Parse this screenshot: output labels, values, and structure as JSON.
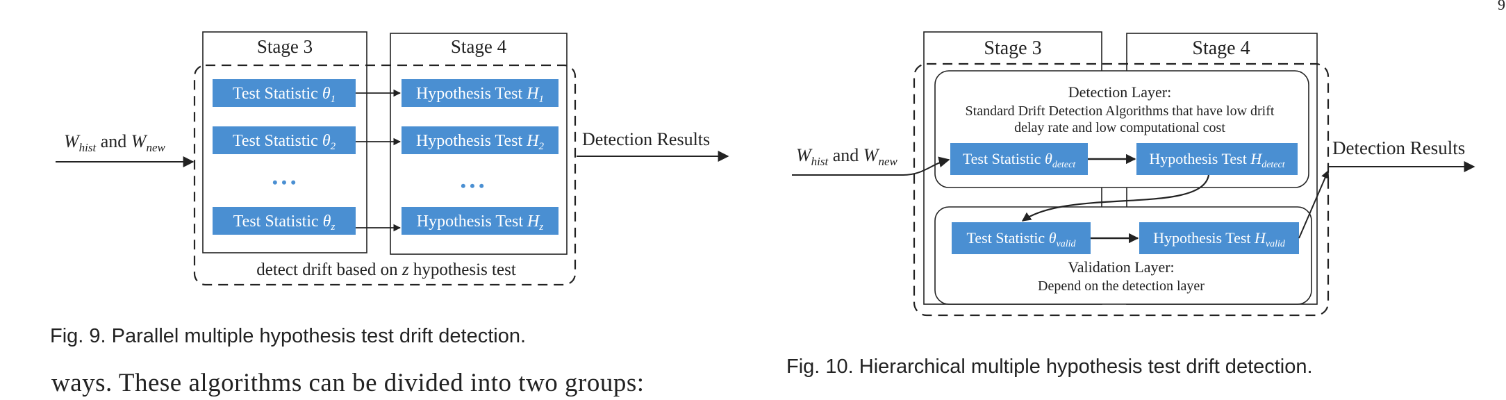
{
  "page_number": "9",
  "fig9": {
    "stage_a": "Stage 3",
    "stage_b": "Stage 4",
    "input_main": "W",
    "input_sub_a": "hist",
    "input_and": " and ",
    "input_sub_b": "new",
    "output": "Detection Results",
    "rows": [
      {
        "stat_prefix": "Test Statistic ",
        "stat_sym": "θ",
        "stat_sub": "1",
        "hyp_prefix": "Hypothesis Test ",
        "hyp_sym": "H",
        "hyp_sub": "1"
      },
      {
        "stat_prefix": "Test Statistic ",
        "stat_sym": "θ",
        "stat_sub": "2",
        "hyp_prefix": "Hypothesis Test ",
        "hyp_sym": "H",
        "hyp_sub": "2"
      },
      {
        "stat_prefix": "Test Statistic ",
        "stat_sym": "θ",
        "stat_sub": "z",
        "hyp_prefix": "Hypothesis Test ",
        "hyp_sym": "H",
        "hyp_sub": "z"
      }
    ],
    "ellipsis": "• • •",
    "bottom_prefix": "detect drift based on ",
    "bottom_var": "z",
    "bottom_suffix": " hypothesis test",
    "caption": "Fig. 9. Parallel multiple hypothesis test drift detection."
  },
  "fig10": {
    "stage_a": "Stage 3",
    "stage_b": "Stage 4",
    "input_main": "W",
    "input_sub_a": "hist",
    "input_and": " and ",
    "input_sub_b": "new",
    "output": "Detection Results",
    "detection_title": "Detection Layer:",
    "detection_line1": "Standard Drift Detection Algorithms that have low drift",
    "detection_line2": "delay rate and low computational cost",
    "detect_stat_prefix": "Test Statistic ",
    "detect_stat_sym": "θ",
    "detect_stat_sub": "detect",
    "detect_hyp_prefix": "Hypothesis Test ",
    "detect_hyp_sym": "H",
    "detect_hyp_sub": "detect",
    "valid_stat_prefix": "Test Statistic ",
    "valid_stat_sym": "θ",
    "valid_stat_sub": "valid",
    "valid_hyp_prefix": "Hypothesis Test ",
    "valid_hyp_sym": "H",
    "valid_hyp_sub": "valid",
    "validation_title": "Validation Layer:",
    "validation_line1": "Depend on the detection layer",
    "caption": "Fig. 10. Hierarchical multiple hypothesis test drift detection."
  },
  "body_text": "ways. These algorithms can be divided into two groups:",
  "colors": {
    "box_fill": "#4a8fd2",
    "ellipsis": "#4a8fd2",
    "line": "#222222"
  }
}
